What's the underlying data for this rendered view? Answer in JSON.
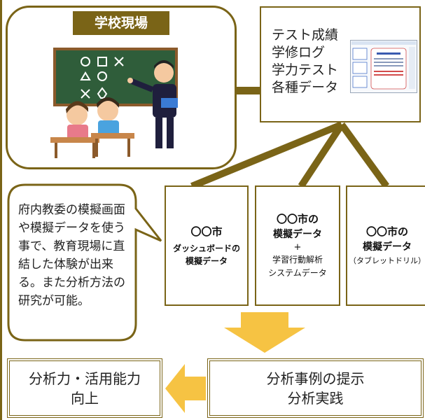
{
  "school": {
    "label": "学校現場"
  },
  "data_sources": {
    "lines": [
      "テスト成績",
      "学修ログ",
      "学力テスト",
      "各種データ"
    ]
  },
  "cards": [
    {
      "title_lines": [
        "〇〇市"
      ],
      "sub_lines": [
        "ダッシュボードの",
        "模擬データ"
      ]
    },
    {
      "title_lines": [
        "〇〇市の",
        "模擬データ"
      ],
      "plus": "+",
      "note_lines": [
        "学習行動解析",
        "システムデータ"
      ]
    },
    {
      "title_lines": [
        "〇〇市の",
        "模擬データ"
      ],
      "note_lines": [
        "（タブレットドリル）"
      ]
    }
  ],
  "bubble": {
    "text": "府内教委の模擬画面や模擬データを使う事で、教育現場に直結した体験が出来る。また分析方法の研究が可能。"
  },
  "bottom_left": {
    "lines": [
      "分析力・活用能力",
      "向上"
    ]
  },
  "bottom_right": {
    "lines": [
      "分析事例の提示",
      "分析実践"
    ]
  },
  "colors": {
    "frame": "#7a6417",
    "arrow": "#f6c343",
    "board": "#2f5d3a"
  }
}
